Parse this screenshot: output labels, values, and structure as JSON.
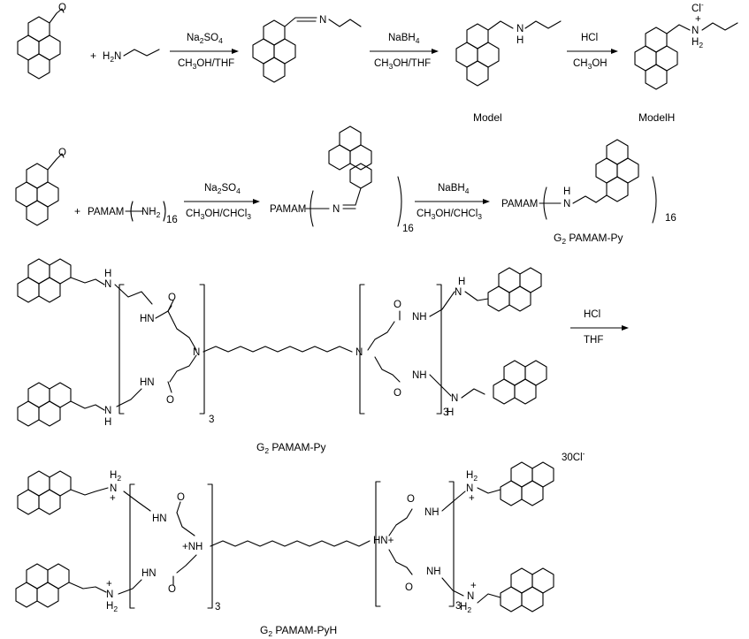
{
  "row1": {
    "plus": "+",
    "amine": "H2N",
    "reagent1_top": "Na2SO4",
    "reagent1_bottom": "CH3OH/THF",
    "imine_n": "N",
    "reagent2_top": "NaBH4",
    "reagent2_bottom": "CH3OH/THF",
    "model_nh": "H",
    "model_n": "N",
    "model_label": "Model",
    "reagent3_top": "HCl",
    "reagent3_bottom": "CH3OH",
    "modelh_counterion": "Cl-",
    "modelh_n": "N",
    "modelh_h2": "H2",
    "modelh_plus": "+",
    "modelh_label": "ModelH"
  },
  "row2": {
    "plus": "+",
    "pamam": "PAMAM",
    "nh2": "NH2",
    "sub16": "16",
    "reagent1_top": "Na2SO4",
    "reagent1_bottom": "CH3OH/CHCl3",
    "pamam2": "PAMAM",
    "imine_n": "N",
    "sub16b": "16",
    "reagent2_top": "NaBH4",
    "reagent2_bottom": "CH3OH/CHCl3",
    "pamam3": "PAMAM",
    "amine_n": "N",
    "amine_h": "H",
    "sub16c": "16",
    "product_label": "G2 PAMAM-Py"
  },
  "row3": {
    "nh_tl": "N",
    "h_tl": "H",
    "hn_amide_tl": "HN",
    "o_tl": "O",
    "n_core_left": "N",
    "hn_amide_bl": "HN",
    "o_bl": "O",
    "n_bl": "N",
    "h_bl": "H",
    "sub3_left": "3",
    "n_core_right": "N",
    "o_tr": "O",
    "nh_amide_tr": "NH",
    "n_tr": "N",
    "h_tr": "H",
    "o_br": "O",
    "nh_amide_br": "NH",
    "n_br": "N",
    "h_br": "H",
    "sub3_right": "3",
    "reagent_top": "HCl",
    "reagent_bottom": "THF",
    "label": "G2 PAMAM-Py"
  },
  "row4": {
    "counterion": "30Cl",
    "counterion_sup": "-",
    "h2_tl": "H2",
    "n_tl": "N",
    "plus_tl": "+",
    "hn_amide_tl": "HN",
    "o_tl": "O",
    "nh_core_left": "+NH",
    "hn_amide_bl": "HN",
    "o_bl": "O",
    "n_bl": "N",
    "h2_bl": "H2",
    "plus_bl": "+",
    "sub3_left": "3",
    "hn_core_right": "HN+",
    "o_tr": "O",
    "nh_amide_tr": "NH",
    "h2_tr": "H2",
    "n_tr": "N",
    "plus_tr": "+",
    "o_br": "O",
    "nh_amide_br": "NH",
    "n_br": "N",
    "h2_br": "H2",
    "plus_br": "+",
    "sub3_right": "3",
    "label": "G2 PAMAM-PyH"
  }
}
